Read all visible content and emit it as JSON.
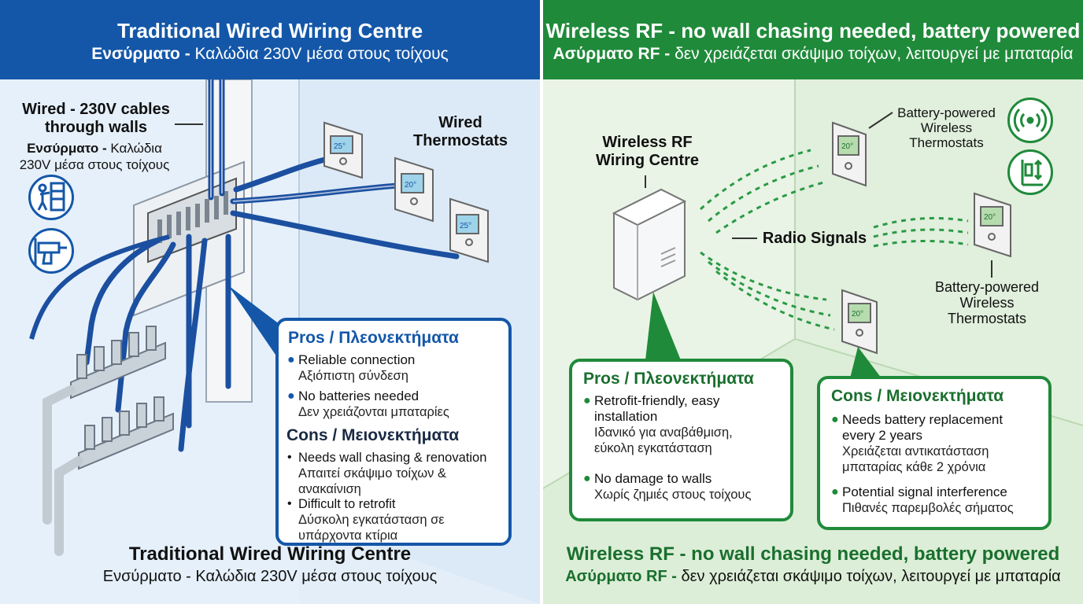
{
  "left": {
    "header_title": "Traditional Wired Wiring Centre",
    "header_sub_bold": "Ενσύρματο -",
    "header_sub_rest": " Καλώδια 230V μέσα στους τοίχους",
    "wired_label_line1": "Wired - 230V cables",
    "wired_label_line2": "through walls",
    "wired_label_gr_bold": "Ενσύρματο -",
    "wired_label_gr_rest": " Καλώδια",
    "wired_label_gr_line2": "230V μέσα στους τοίχους",
    "thermostats_label_line1": "Wired",
    "thermostats_label_line2": "Thermostats",
    "thermostat_displays": [
      "25°",
      "20°",
      "25°"
    ],
    "pros_title": "Pros",
    "pros_title_gr": "/ Πλεονεκτήματα",
    "pros": [
      {
        "en": "Reliable connection",
        "gr": "Αξιόπιστη σύνδεση"
      },
      {
        "en": "No batteries needed",
        "gr": "Δεν χρειάζονται μπαταρίες"
      }
    ],
    "cons_title": "Cons / Μειονεκτήματα",
    "cons": [
      {
        "en": "Needs wall chasing & renovation",
        "gr1": "Απαιτεί σκάψιμο τοίχων &",
        "gr2": "ανακαίνιση"
      },
      {
        "en": "Difficult to retrofit",
        "gr1": "Δύσκολη εγκατάσταση σε",
        "gr2": "υπάρχοντα κτίρια"
      }
    ],
    "footer_title": "Traditional Wired Wiring Centre",
    "footer_sub": "Ενσύρματο - Καλώδια 230V μέσα στους τοίχους",
    "icons": [
      "wall-chasing-icon",
      "drill-icon"
    ],
    "accent": "#1457a8"
  },
  "right": {
    "header_title": "Wireless RF - no wall chasing needed, battery powered",
    "header_sub_bold": "Ασύρματο RF -",
    "header_sub_rest": " δεν χρειάζεται σκάψιμο τοίχων, λειτουργεί με μπαταρία",
    "centre_label_line1": "Wireless RF",
    "centre_label_line2": "Wiring Centre",
    "radio_label": "Radio Signals",
    "bp_top_line1": "Battery-powered",
    "bp_top_line2": "Wireless",
    "bp_top_line3": "Thermostats",
    "bp_mid_line1": "Battery-powered",
    "bp_mid_line2": "Wireless",
    "bp_mid_line3": "Thermostats",
    "thermostat_displays": [
      "20°",
      "20°",
      "20°"
    ],
    "pros_title": "Pros / Πλεονεκτήματα",
    "pros": [
      {
        "en1": "Retrofit-friendly, easy",
        "en2": "installation",
        "gr1": "Ιδανικό για αναβάθμιση,",
        "gr2": "εύκολη εγκατάσταση"
      },
      {
        "en1": "No damage to walls",
        "gr1": "Χωρίς ζημιές στους τοίχους"
      }
    ],
    "cons_title": "Cons / Μειονεκτήματα",
    "cons": [
      {
        "en1": "Needs battery replacement",
        "en2": "every 2 years",
        "gr1": "Χρειάζεται αντικατάσταση",
        "gr2": "μπαταρίας κάθε 2 χρόνια"
      },
      {
        "en1": "Potential signal interference",
        "gr1": "Πιθανές παρεμβολές σήματος"
      }
    ],
    "footer_title": "Wireless RF - no wall chasing needed, battery powered",
    "footer_sub_bold": "Ασύρματο RF -",
    "footer_sub_rest": " δεν χρειάζεται σκάψιμο τοίχων, λειτουργεί με μπαταρία",
    "icons": [
      "wireless-signal-icon",
      "wall-mount-icon"
    ],
    "accent": "#1f8a3a"
  }
}
